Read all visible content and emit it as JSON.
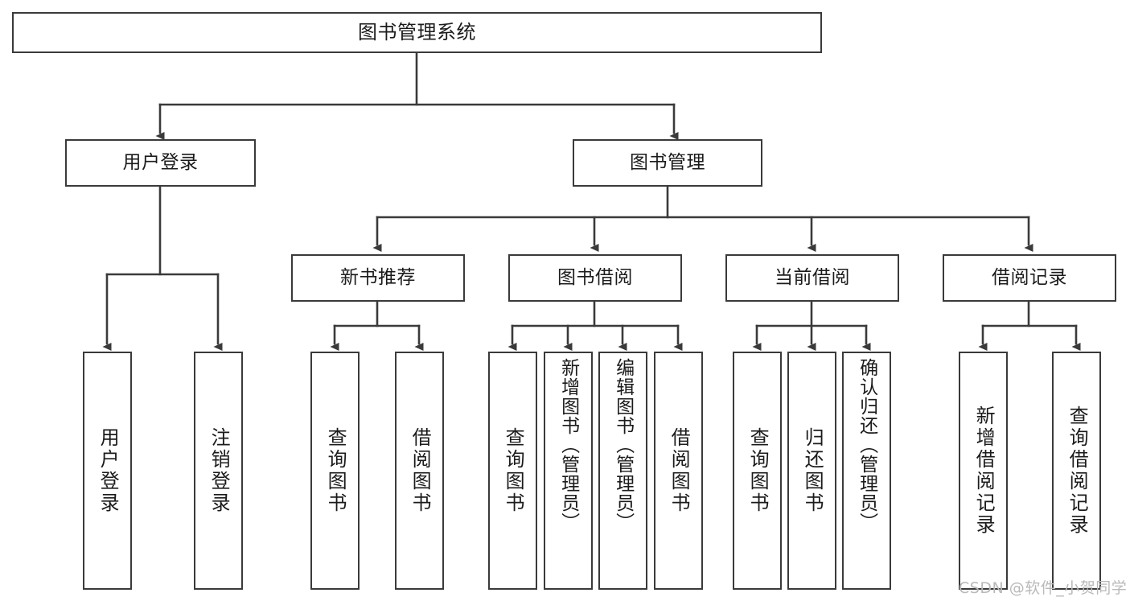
{
  "diagram": {
    "title": "图书管理系统",
    "type": "tree-hierarchy-diagram",
    "background_color": "#ffffff",
    "line_color": "#3a3a3a",
    "text_color": "#1b1b1b",
    "nodes": {
      "root": {
        "label": "图书管理系统"
      },
      "level1": [
        {
          "label": "用户登录"
        },
        {
          "label": "图书管理"
        }
      ],
      "level2": [
        {
          "label": "新书推荐"
        },
        {
          "label": "图书借阅"
        },
        {
          "label": "当前借阅"
        },
        {
          "label": "借阅记录"
        }
      ],
      "leaves_user_login": [
        {
          "label": "用户登录"
        },
        {
          "label": "注销登录"
        }
      ],
      "leaves_new_book": [
        {
          "label": "查询图书"
        },
        {
          "label": "借阅图书"
        }
      ],
      "leaves_borrow": [
        {
          "label": "查询图书"
        },
        {
          "label": "新增图书（管理员）"
        },
        {
          "label": "编辑图书（管理员）"
        },
        {
          "label": "借阅图书"
        }
      ],
      "leaves_current": [
        {
          "label": "查询图书"
        },
        {
          "label": "归还图书"
        },
        {
          "label": "确认归还（管理员）"
        }
      ],
      "leaves_records": [
        {
          "label": "新增借阅记录"
        },
        {
          "label": "查询借阅记录"
        }
      ]
    },
    "watermark": "CSDN @软件_小贺同学"
  }
}
